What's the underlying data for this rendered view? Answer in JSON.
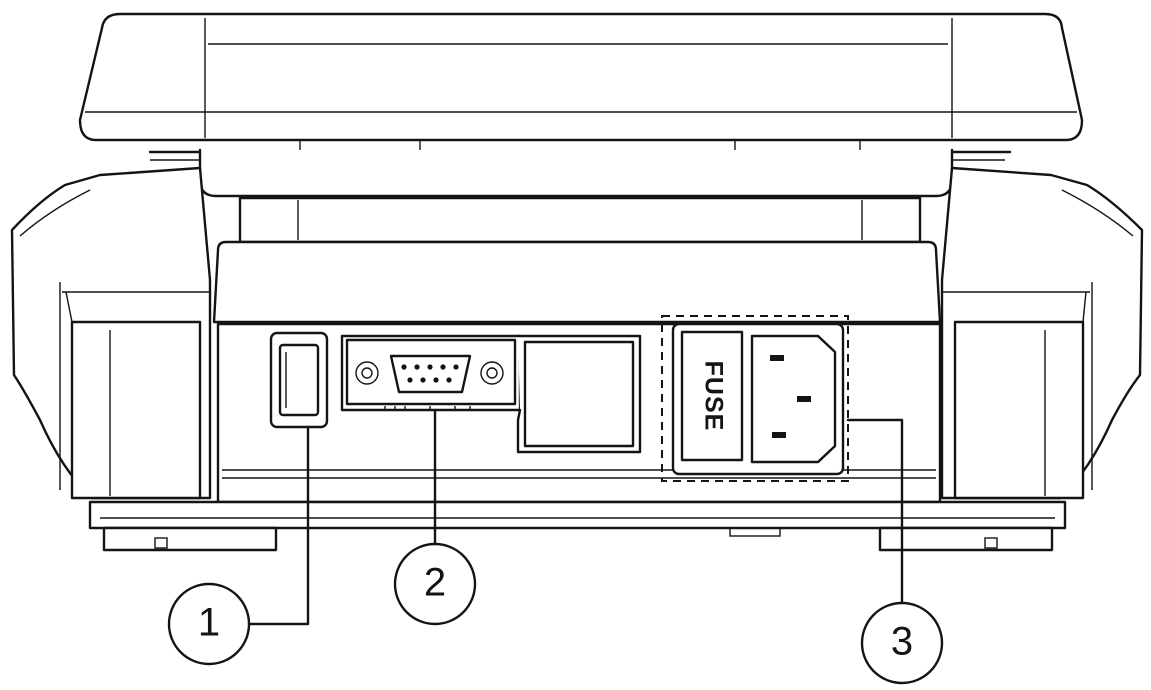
{
  "fuse_label": "FUSE",
  "callouts": [
    {
      "id": "1",
      "number": "1"
    },
    {
      "id": "2",
      "number": "2"
    },
    {
      "id": "3",
      "number": "3"
    }
  ],
  "colors": {
    "line": "#141414",
    "background": "#ffffff"
  }
}
